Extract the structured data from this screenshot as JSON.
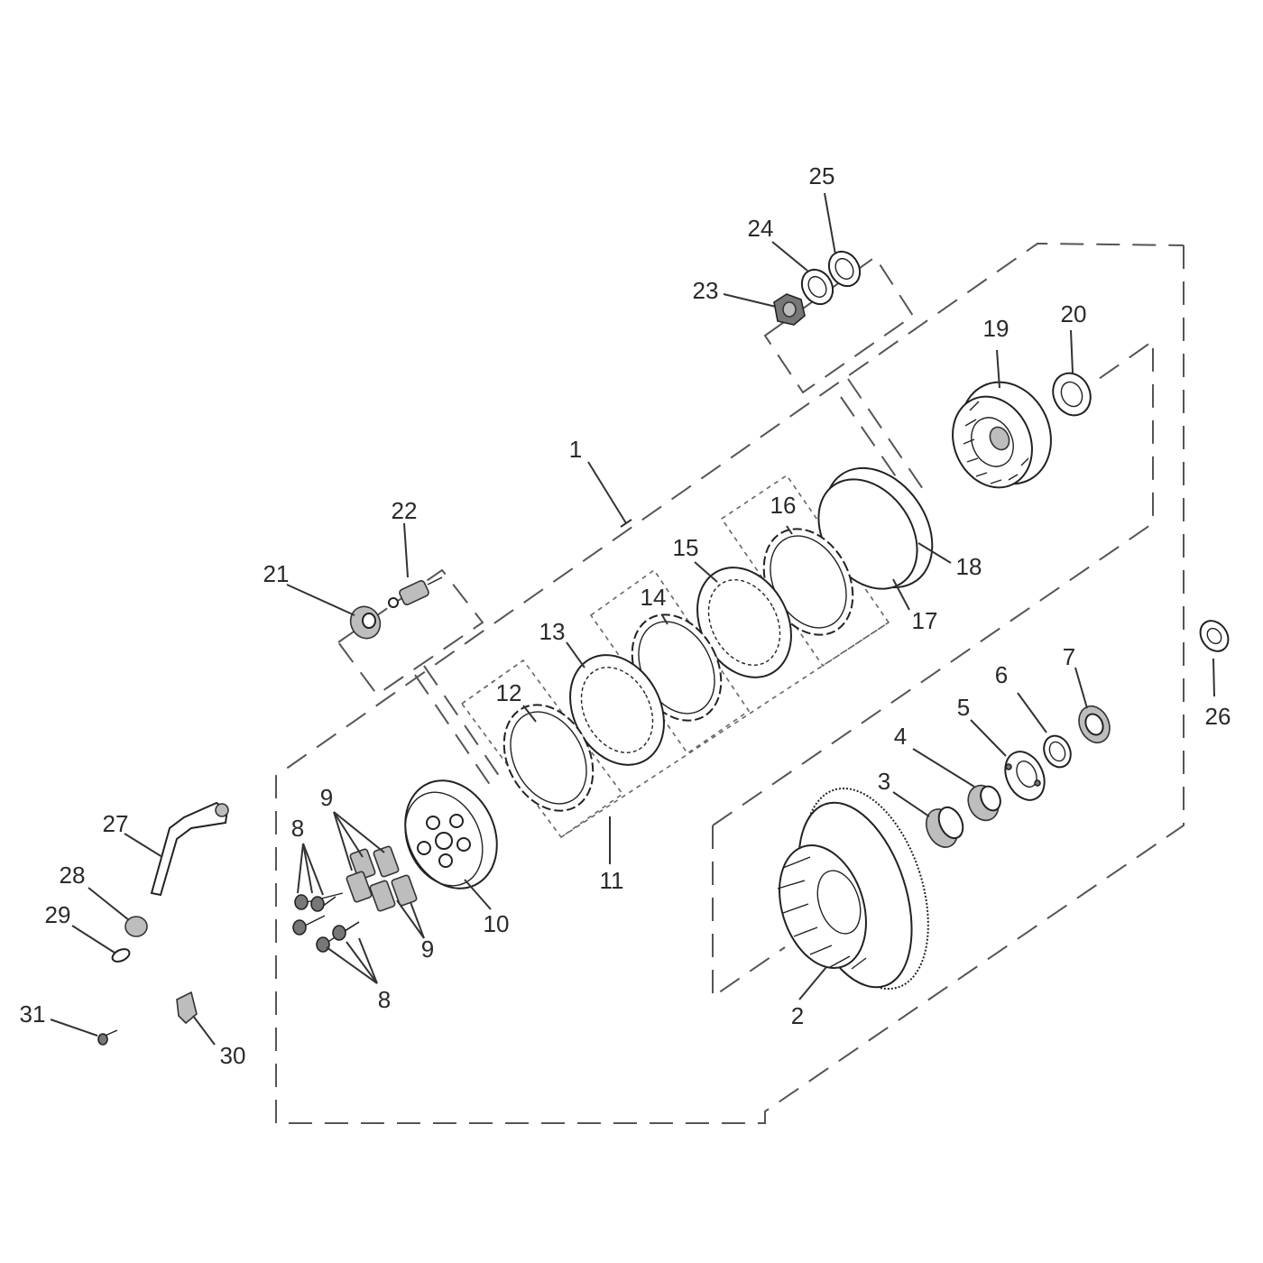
{
  "diagram": {
    "callouts": [
      "1",
      "2",
      "3",
      "4",
      "5",
      "6",
      "7",
      "8",
      "8",
      "9",
      "9",
      "10",
      "11",
      "12",
      "13",
      "14",
      "15",
      "16",
      "17",
      "18",
      "19",
      "20",
      "21",
      "22",
      "23",
      "24",
      "25",
      "26",
      "27",
      "28",
      "29",
      "30",
      "31"
    ]
  }
}
